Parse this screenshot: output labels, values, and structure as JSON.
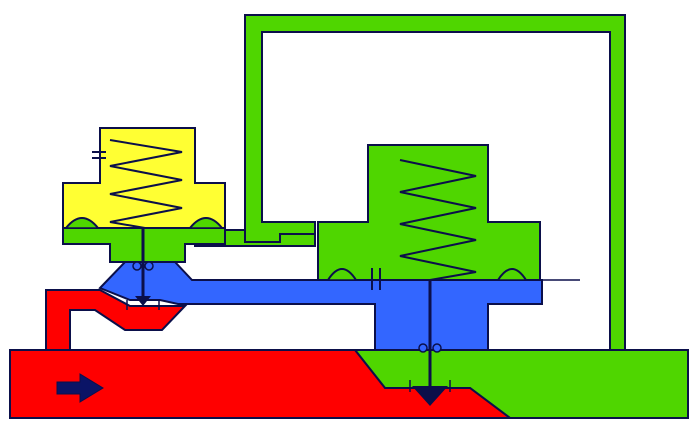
{
  "colors": {
    "outline": "#0b0f4a",
    "low_pressure_green": "#4fd600",
    "high_pressure_red": "#ff0000",
    "control_blue": "#3366ff",
    "pilot_yellow": "#ffff33",
    "background": "#ffffff"
  },
  "components": [
    "pilot-spring-chamber",
    "pilot-diaphragm",
    "pilot-valve",
    "main-valve-spring-chamber",
    "main-diaphragm",
    "main-valve-plug",
    "control-sensing-line",
    "inlet-pipe",
    "outlet-pipe",
    "flow-direction-arrow"
  ],
  "icons": [
    "flow-arrow-icon",
    "spring-icon",
    "orifice-icon"
  ]
}
